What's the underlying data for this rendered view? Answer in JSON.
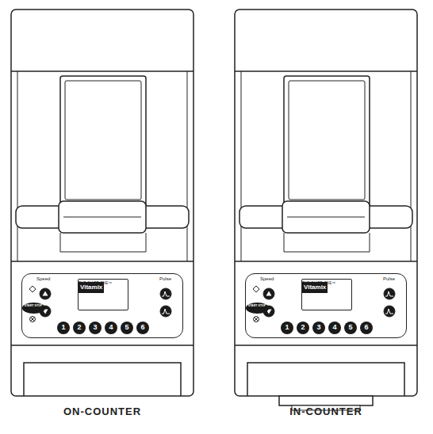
{
  "diagram": {
    "nodes": [
      {
        "text": [
          "Speed",
          "Pulse"
        ]
      },
      {
        "text": [
          "Vitamix",
          "THE QUIET ONE™"
        ],
        "in": 0
      },
      {
        "text": [
          "START STOP"
        ],
        "in": 0
      },
      {
        "text": [
          "1"
        ],
        "in": 0
      },
      {
        "text": [
          "2"
        ],
        "in": 0
      },
      {
        "text": [
          "3"
        ],
        "in": 0
      },
      {
        "text": [
          "4"
        ],
        "in": 0
      },
      {
        "text": [
          "5"
        ],
        "in": 0
      },
      {
        "text": [
          "6"
        ],
        "in": 0
      },
      {
        "text": [
          "Speed",
          "Pulse"
        ]
      },
      {
        "text": [
          "Vitamix",
          "THE QUIET ONE™"
        ],
        "in": 9
      },
      {
        "text": [
          "START STOP"
        ],
        "in": 9
      },
      {
        "text": [
          "1"
        ],
        "in": 9
      },
      {
        "text": [
          "2"
        ],
        "in": 9
      },
      {
        "text": [
          "3"
        ],
        "in": 9
      },
      {
        "text": [
          "4"
        ],
        "in": 9
      },
      {
        "text": [
          "5"
        ],
        "in": 9
      },
      {
        "text": [
          "6"
        ],
        "in": 9
      }
    ],
    "labels": [
      "ON-COUNTER",
      "IN-COUNTER"
    ]
  }
}
